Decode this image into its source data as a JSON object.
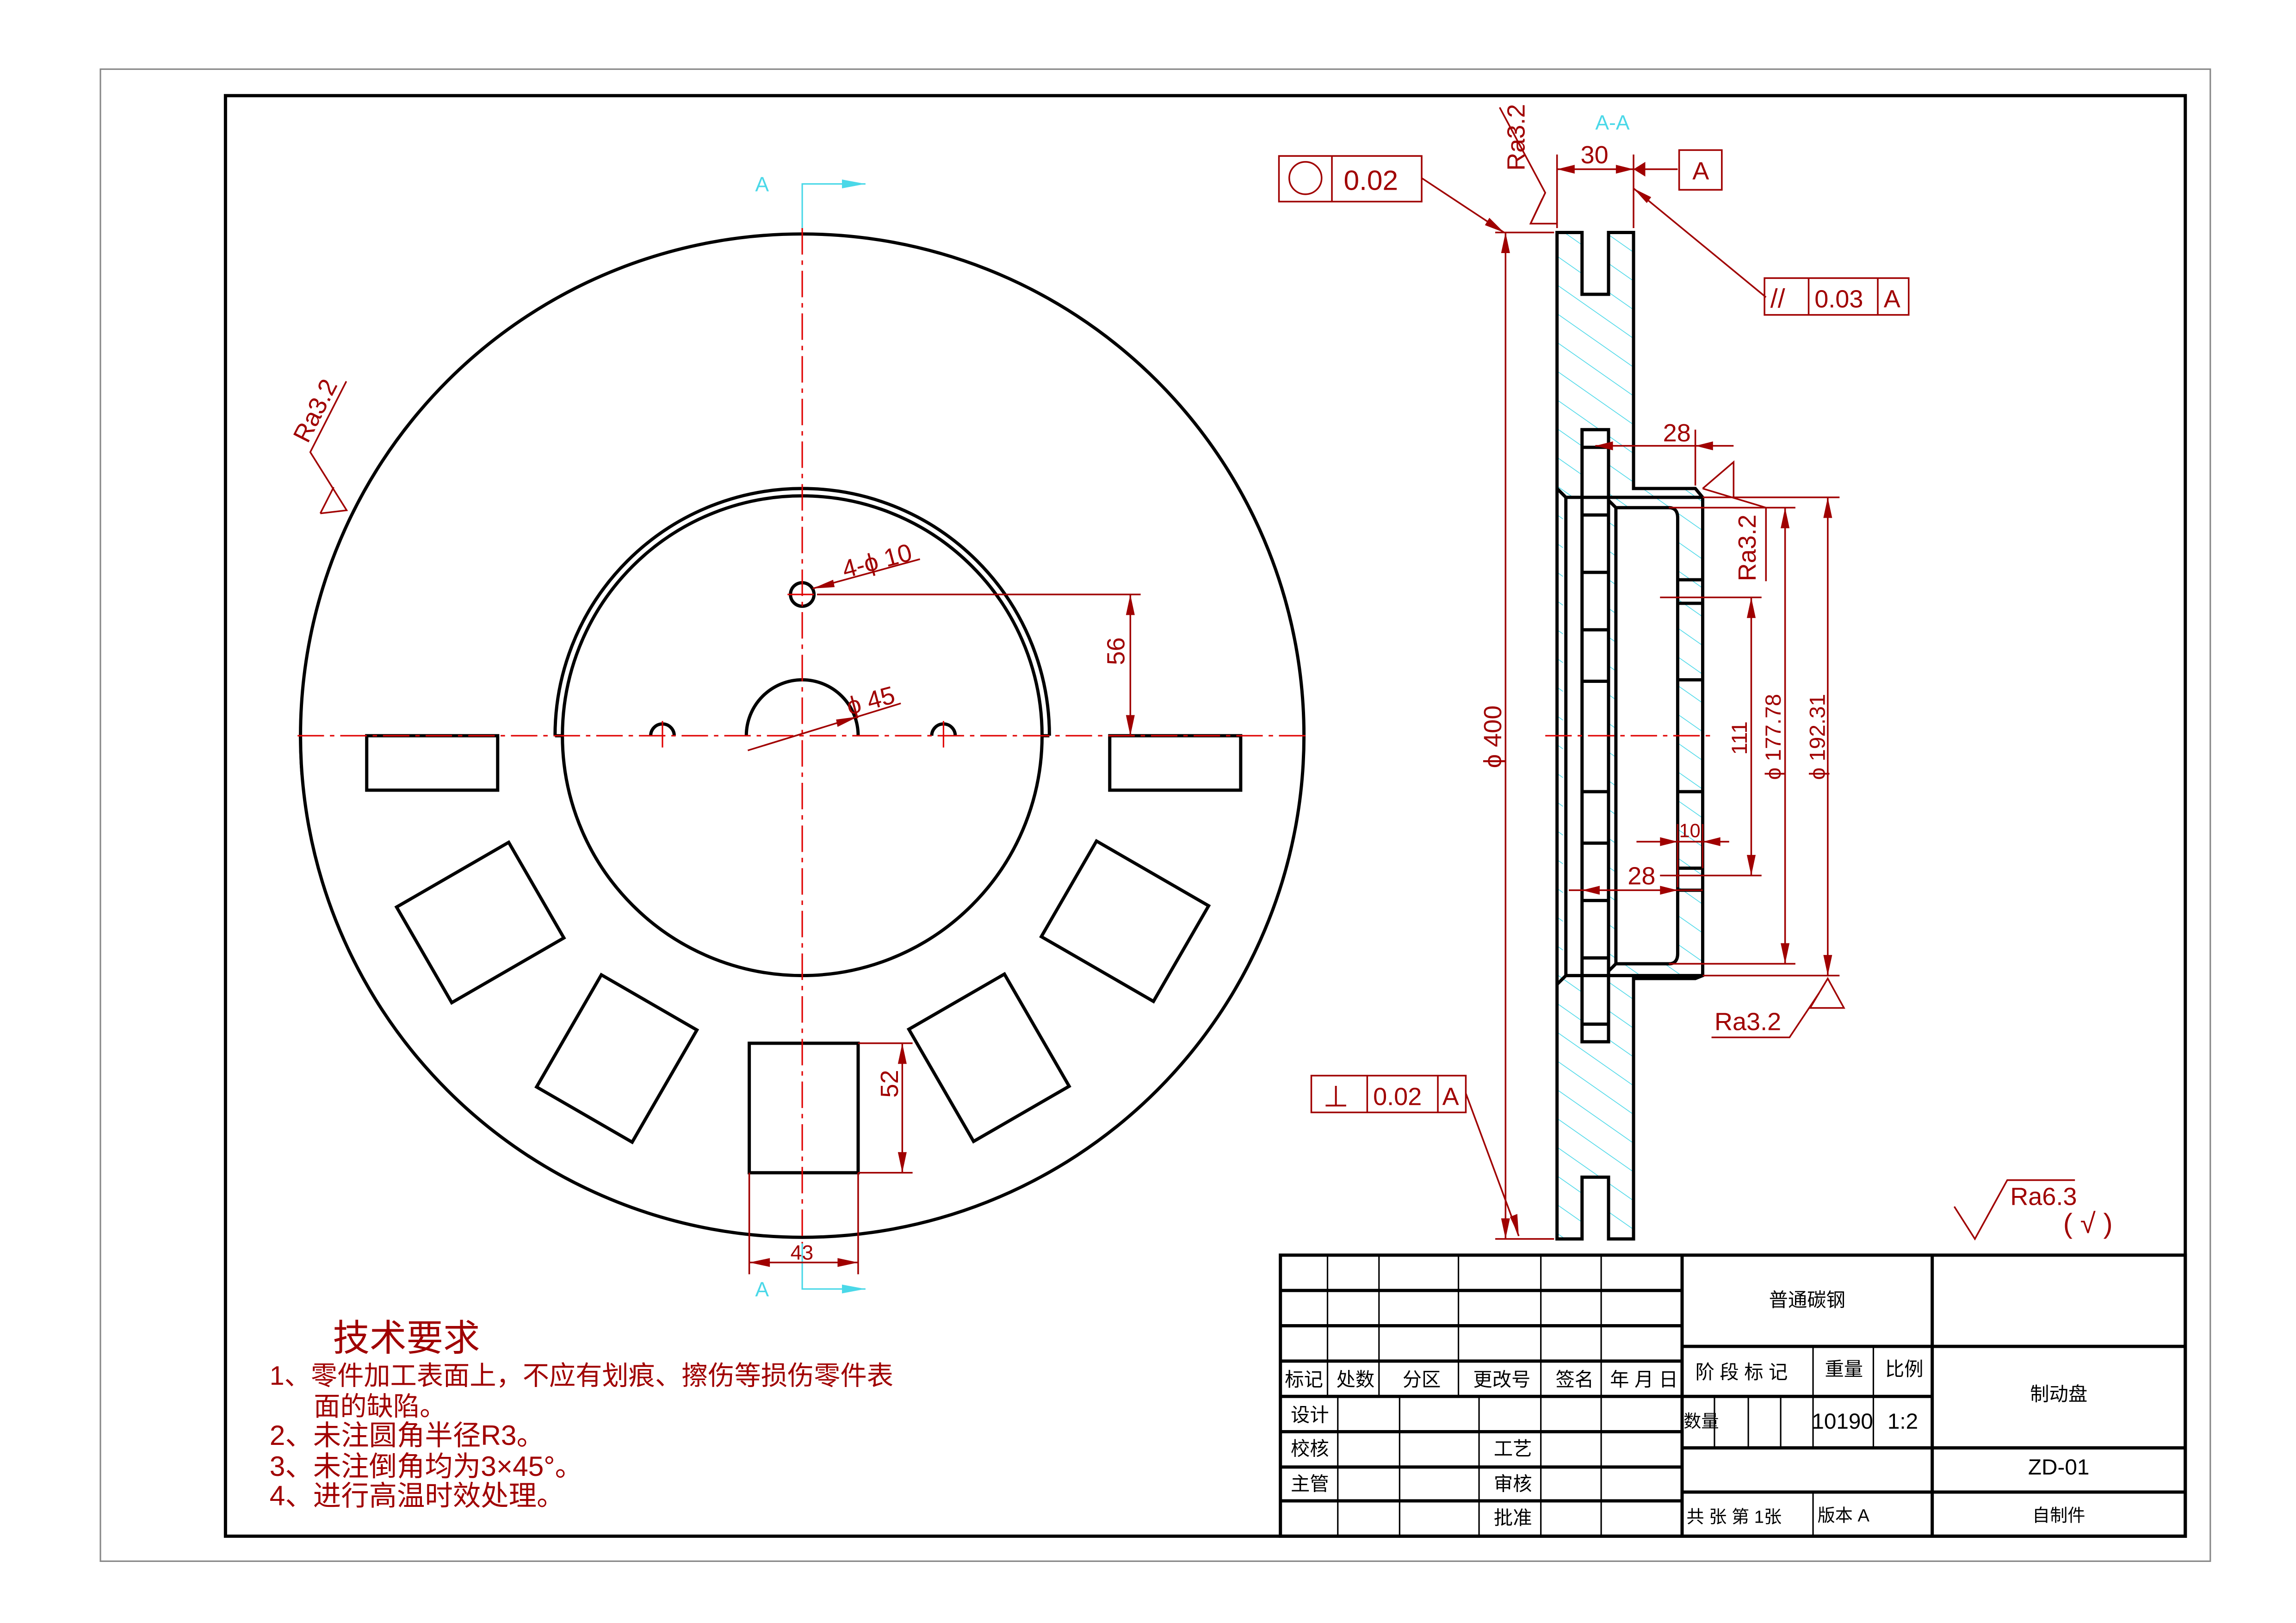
{
  "colors": {
    "dimension": "#a00000",
    "centerline": "#e00000",
    "section": "#4ad8e8",
    "outline": "#000000"
  },
  "front_view": {
    "section_mark_top": "A",
    "section_mark_bottom": "A",
    "roughness": "Ra3.2",
    "hole_callout": "4-ϕ 10",
    "bore_callout": "ϕ 45",
    "dim_56": "56",
    "dim_52": "52",
    "dim_43": "43"
  },
  "section_view": {
    "title": "A-A",
    "roughness_top": "Ra3.2",
    "roughness_hub": "Ra3.2",
    "roughness_bottom": "Ra3.2",
    "dim_30": "30",
    "dim_28_top": "28",
    "dim_28_bottom": "28",
    "dim_10": "10",
    "dim_111": "111",
    "dim_d177": "ϕ 177.78",
    "dim_d192": "ϕ 192.31",
    "dim_d400": "ϕ 400",
    "datum": "A",
    "circularity": {
      "value": "0.02"
    },
    "parallelism": {
      "symbol": "//",
      "value": "0.03",
      "datum": "A"
    },
    "perpendicularity": {
      "symbol": "⊥",
      "value": "0.02",
      "datum": "A"
    }
  },
  "general_roughness": {
    "value": "Ra6.3",
    "suffix": "( √ )"
  },
  "tech_requirements": {
    "title": "技术要求",
    "items": [
      "1、零件加工表面上，不应有划痕、擦伤等损伤零件表",
      "面的缺陷。",
      "2、未注圆角半径R3。",
      "3、未注倒角均为3×45°。",
      "4、进行高温时效处理。"
    ]
  },
  "title_block": {
    "material": "普通碳钢",
    "part_name": "制动盘",
    "drawing_no": "ZD-01",
    "source": "自制件",
    "headers": [
      "标记",
      "处数",
      "分区",
      "更改号",
      "签名",
      "年 月 日"
    ],
    "roles": [
      "设计",
      "校核",
      "主管"
    ],
    "roles2": [
      "工艺",
      "审核",
      "批准"
    ],
    "stage_label": "阶 段 标 记",
    "weight_label": "重量",
    "scale_label": "比例",
    "quantity_label": "数量",
    "weight": "10190",
    "scale": "1:2",
    "sheets": "共  张    第 1张",
    "version": "版本  A"
  }
}
